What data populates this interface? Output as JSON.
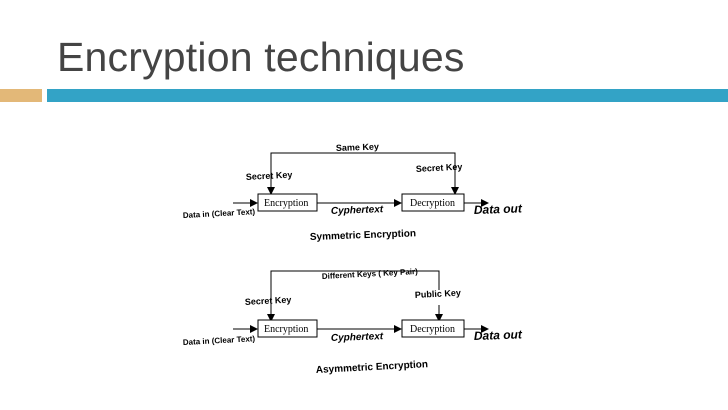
{
  "slide": {
    "title": "Encryption techniques"
  },
  "colors": {
    "title_text": "#444444",
    "accent_orange": "#e3b878",
    "accent_blue": "#33a3c6"
  },
  "symmetric": {
    "shared_key_label": "Same Key",
    "sender_key_label": "Secret Key",
    "receiver_key_label": "Secret Key",
    "encrypt_box": "Encryption",
    "decrypt_box": "Decryption",
    "channel_label": "Cyphertext",
    "input_label": "Data in (Clear Text)",
    "output_label": "Data out",
    "caption": "Symmetric Encryption"
  },
  "asymmetric": {
    "shared_key_label": "Different Keys ( Key Pair)",
    "sender_key_label": "Secret Key",
    "receiver_key_label": "Public Key",
    "encrypt_box": "Encryption",
    "decrypt_box": "Decryption",
    "channel_label": "Cyphertext",
    "input_label": "Data in (Clear Text)",
    "output_label": "Data out",
    "caption": "Asymmetric Encryption"
  }
}
